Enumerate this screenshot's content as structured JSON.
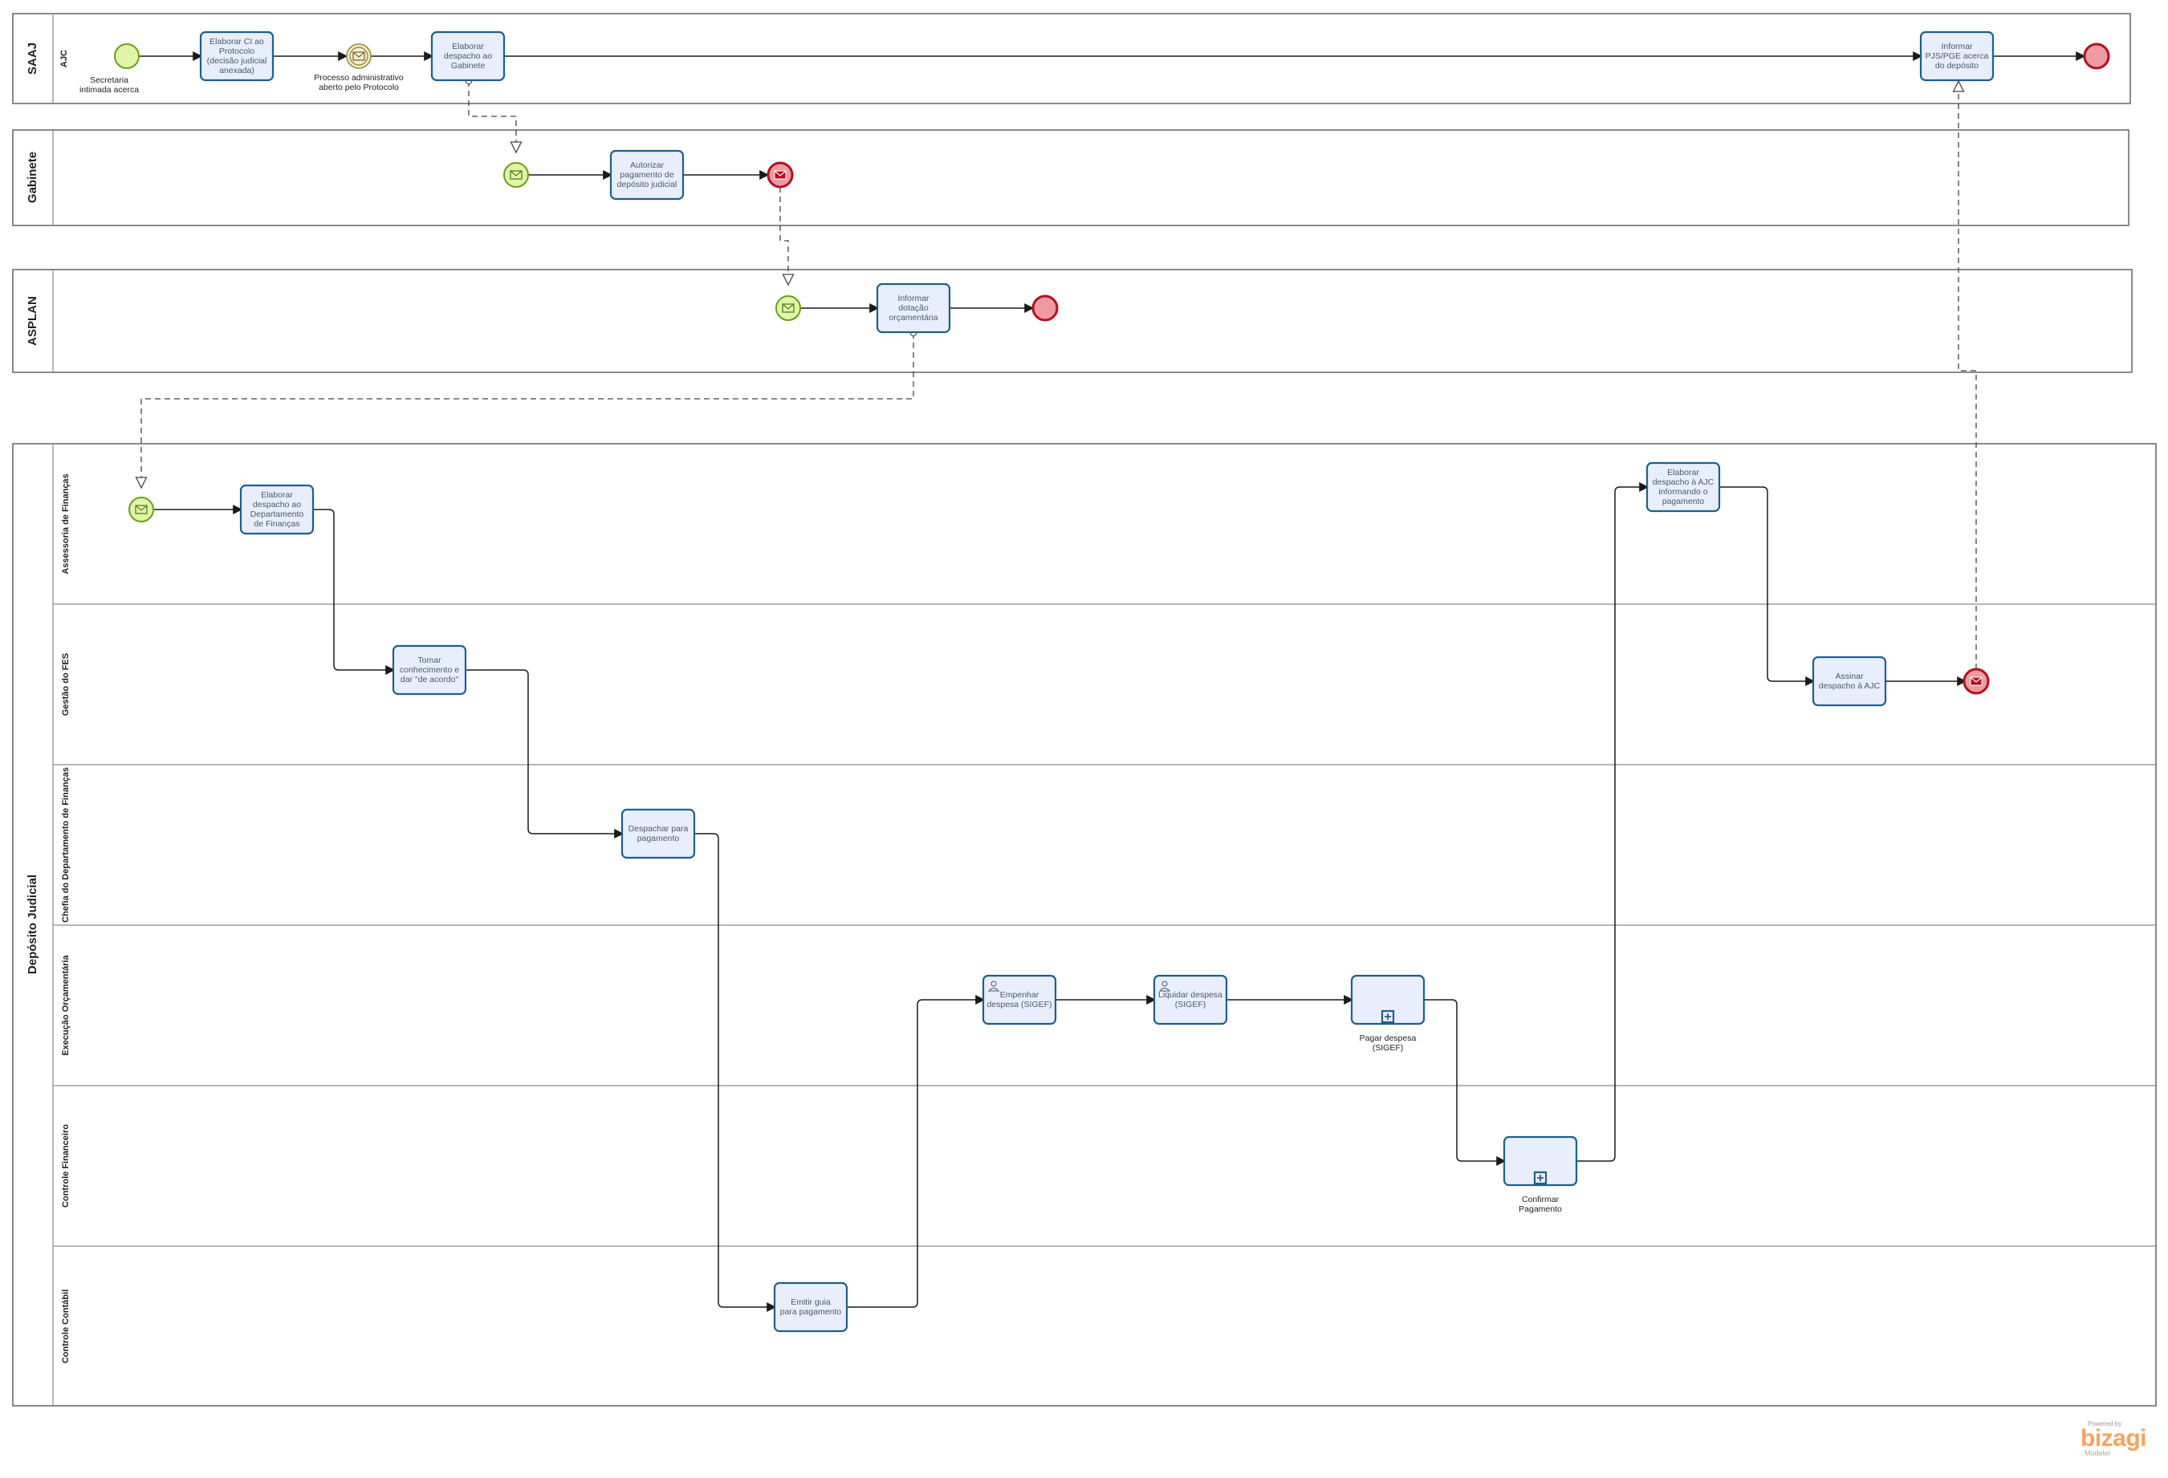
{
  "pools": {
    "saaj": {
      "label": "SAAJ",
      "lane": "AJC"
    },
    "gabinete": {
      "label": "Gabinete"
    },
    "asplan": {
      "label": "ASPLAN"
    },
    "deposito": {
      "label": "Depósito Judicial",
      "lanes": [
        "Assessoria de Finanças",
        "Gestão do FES",
        "Chefia do Departamento de Finanças",
        "Execução Orçamentária",
        "Controle Financeiro",
        "Controle Contábil"
      ]
    }
  },
  "tasks": {
    "elaborar_ci": [
      "Elaborar CI ao",
      "Protocolo",
      "(decisão judicial",
      "anexada)"
    ],
    "elaborar_despacho_gabinete": [
      "Elaborar",
      "despacho ao",
      "Gabinete"
    ],
    "informar_pjs": [
      "Informar",
      "PJS/PGE acerca",
      "do depósito"
    ],
    "autorizar": [
      "Autorizar",
      "pagamento de",
      "depósito judicial"
    ],
    "informar_dotacao": [
      "Informar",
      "dotação",
      "orçamentária"
    ],
    "elaborar_despacho_financas": [
      "Elaborar",
      "despacho ao",
      "Departamento",
      "de Finanças"
    ],
    "elaborar_despacho_ajc": [
      "Elaborar",
      "despacho à AJC",
      "informando o",
      "pagamento"
    ],
    "tomar_conhecimento": [
      "Tomar",
      "conhecimento e",
      "dar \"de acordo\""
    ],
    "assinar": [
      "Assinar",
      "despacho à AJC"
    ],
    "despachar": [
      "Despachar para",
      "pagamento"
    ],
    "empenhar": [
      "Empenhar",
      "despesa (SIGEF)"
    ],
    "liquidar": [
      "Liquidar despesa",
      "(SIGEF)"
    ],
    "emitir_guia": [
      "Emitir guia",
      "para pagamento"
    ]
  },
  "subprocesses": {
    "pagar_despesa": [
      "Pagar despesa",
      "(SIGEF)"
    ],
    "confirmar_pagamento": [
      "Confirmar",
      "Pagamento"
    ]
  },
  "events": {
    "start_label": [
      "Secretaria",
      "intimada acerca"
    ],
    "intermediate_label": [
      "Processo administrativo",
      "aberto pelo Protocolo"
    ]
  },
  "branding": {
    "powered": "Powered by",
    "logo": "bizagi",
    "sub": "Modeler"
  },
  "colors": {
    "task_fill": "#e8eefb",
    "task_stroke": "#1f5f8b",
    "start_fill": "#dff5a9",
    "end_fill": "#ee9aa0"
  }
}
